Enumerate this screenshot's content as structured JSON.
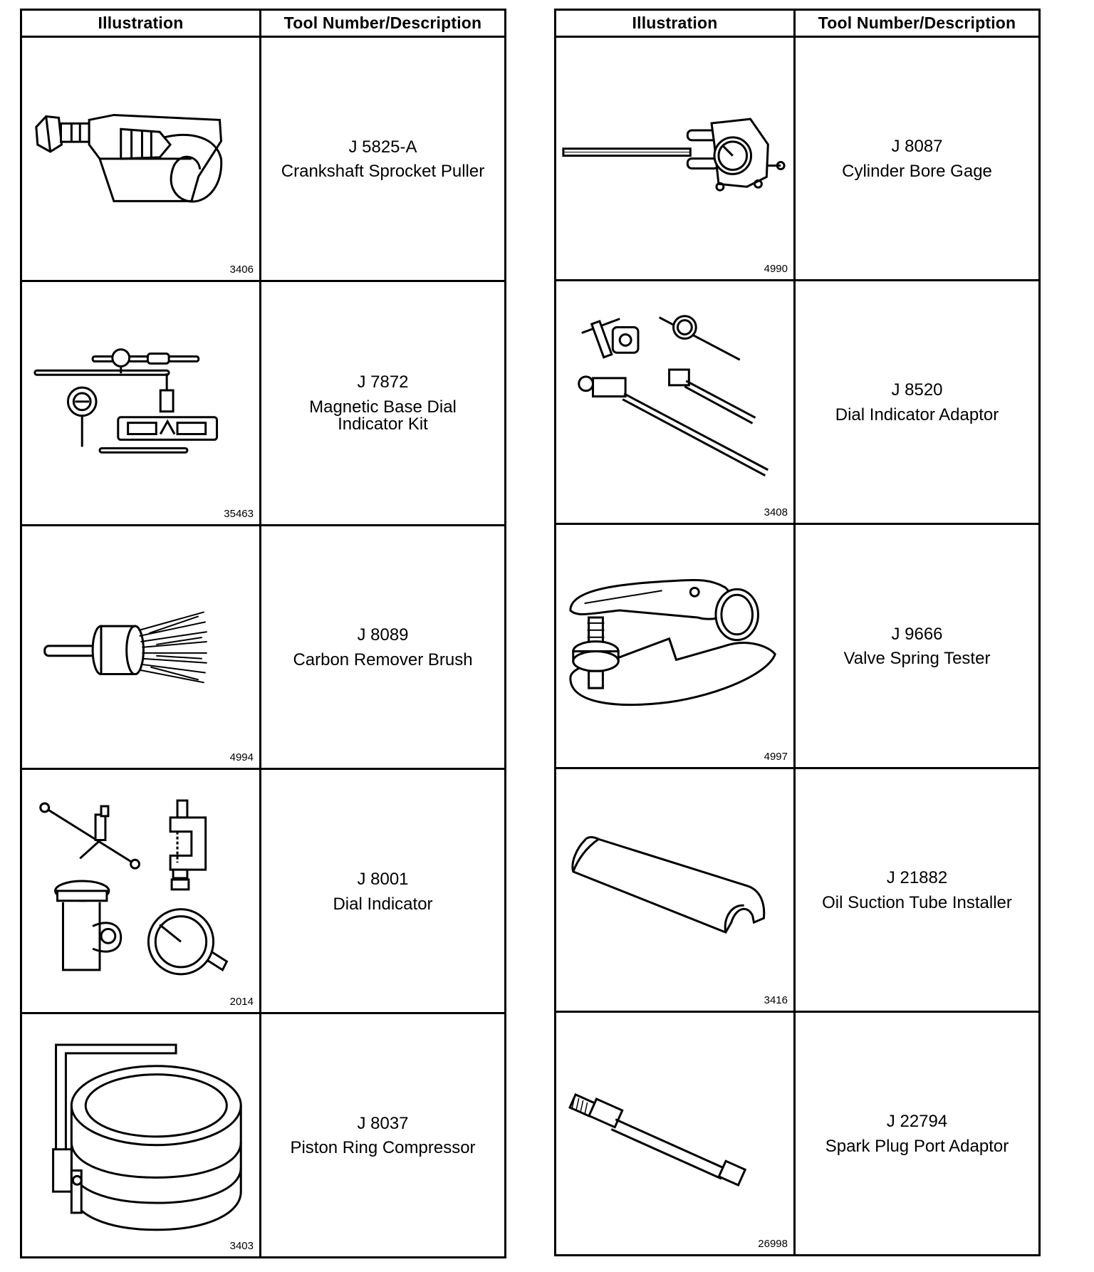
{
  "headers": {
    "illustration": "Illustration",
    "tool": "Tool Number/Description"
  },
  "left_rows": [
    {
      "fig": "3406",
      "number": "J 5825-A",
      "description": "Crankshaft Sprocket Puller",
      "icon": "sprocket-puller-icon"
    },
    {
      "fig": "35463",
      "number": "J 7872",
      "description": "Magnetic Base Dial\nIndicator Kit",
      "icon": "magnetic-base-dial-kit-icon"
    },
    {
      "fig": "4994",
      "number": "J 8089",
      "description": "Carbon Remover Brush",
      "icon": "carbon-brush-icon"
    },
    {
      "fig": "2014",
      "number": "J 8001",
      "description": "Dial Indicator",
      "icon": "dial-indicator-set-icon"
    },
    {
      "fig": "3403",
      "number": "J 8037",
      "description": "Piston Ring Compressor",
      "icon": "ring-compressor-icon"
    }
  ],
  "right_rows": [
    {
      "fig": "4990",
      "number": "J 8087",
      "description": "Cylinder Bore Gage",
      "icon": "bore-gage-icon"
    },
    {
      "fig": "3408",
      "number": "J 8520",
      "description": "Dial Indicator Adaptor",
      "icon": "dial-adaptor-icon"
    },
    {
      "fig": "4997",
      "number": "J 9666",
      "description": "Valve Spring Tester",
      "icon": "valve-spring-tester-icon"
    },
    {
      "fig": "3416",
      "number": "J 21882",
      "description": "Oil Suction Tube Installer",
      "icon": "oil-tube-installer-icon"
    },
    {
      "fig": "26998",
      "number": "J 22794",
      "description": "Spark Plug Port Adaptor",
      "icon": "spark-plug-adaptor-icon"
    }
  ]
}
